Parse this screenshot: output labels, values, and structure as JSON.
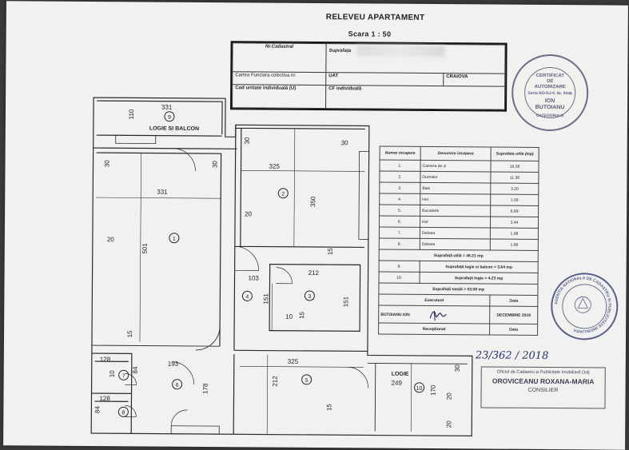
{
  "header": {
    "title": "RELEVEU APARTAMENT",
    "scale": "Scara 1 : 50"
  },
  "cadastral": {
    "nr_cadastral": "Nr.Cadastral",
    "suprafata": "Suprafața",
    "carte_funciara": "Cartea Funciara colectiva nr.",
    "uat_label": "UAT",
    "uat_value": "CRAIOVA",
    "cod_unitate": "Cod unitate individuală (U)",
    "cf_individuala": "CF individuală"
  },
  "seal_top": {
    "l1": "CERTIFICAT",
    "l2": "DE",
    "l3": "AUTORIZARE",
    "l4": "Seria RO-DJ-F, Nr. 0046",
    "l5": "ION",
    "l6": "BUTOIANU",
    "l7": "CATEGORIA B"
  },
  "seal_bottom": {
    "ring": "AGENTIA NATIONALA DE CADASTRU SI PUBLICITATE IMOBILIARA"
  },
  "room_table": {
    "headers": [
      "Numar incapere",
      "Denumire incapere",
      "Suprafata utila (mp)"
    ],
    "rows": [
      [
        "1.",
        "Camera de zi",
        "16.58"
      ],
      [
        "2.",
        "Dormitor",
        "11.38"
      ],
      [
        "3.",
        "Baie",
        "3.20"
      ],
      [
        "4.",
        "Hol",
        "1.56"
      ],
      [
        "5.",
        "Bucatarie",
        "6.89"
      ],
      [
        "6.",
        "Hol",
        "3.44"
      ],
      [
        "7.",
        "Debara",
        "1.08"
      ],
      [
        "8.",
        "Debara",
        "1.08"
      ]
    ],
    "suprafata_utila": "Suprafață utilă = 45.21 mp",
    "row9_num": "9.",
    "row9": "Suprafață logie si balcon = 3.64 mp",
    "row10_num": "10.",
    "row10": "Suprafață logie = 4.23 mp",
    "suprafata_totala": "Suprafață totală = 53.08 mp",
    "executant": "Executant",
    "data": "Data",
    "executant_name": "BUTOIANU ION",
    "executant_date": "DECEMBRIE 2018",
    "receptionat": "Recepționat",
    "data2": "Data"
  },
  "handwritten": "23/362 / 2018",
  "office_stamp": {
    "l1": "Oficiul de Cadastru și Publicitate Imobiliară Dolj",
    "l2": "OROVICEANU ROXANA-MARIA",
    "l3": "CONSILIER"
  },
  "plan": {
    "labels": {
      "logie_balcon": "LOGIE SI BALCON",
      "logie": "LOGIE"
    },
    "dims": {
      "d331a": "331",
      "d110": "110",
      "d331b": "331",
      "d30a": "30",
      "d30b": "30",
      "d501": "501",
      "d20a": "20",
      "d15a": "15",
      "d30c": "30",
      "d30d": "30",
      "d325a": "325",
      "d350": "350",
      "d15b": "15",
      "d20b": "20",
      "d103": "103",
      "d151a": "151",
      "d212a": "212",
      "d151b": "151",
      "d10a": "10",
      "d15c": "15",
      "d325b": "325",
      "d212b": "212",
      "d15d": "15",
      "d128a": "128",
      "d10b": "10",
      "d84a": "84",
      "d193": "193",
      "d178": "178",
      "d128b": "128",
      "d84b": "84",
      "d249": "249",
      "d170": "170",
      "d20c": "20",
      "d30e": "30",
      "d20d": "20"
    },
    "rooms": [
      "1",
      "2",
      "3",
      "4",
      "5",
      "6",
      "7",
      "8",
      "9",
      "10"
    ]
  }
}
